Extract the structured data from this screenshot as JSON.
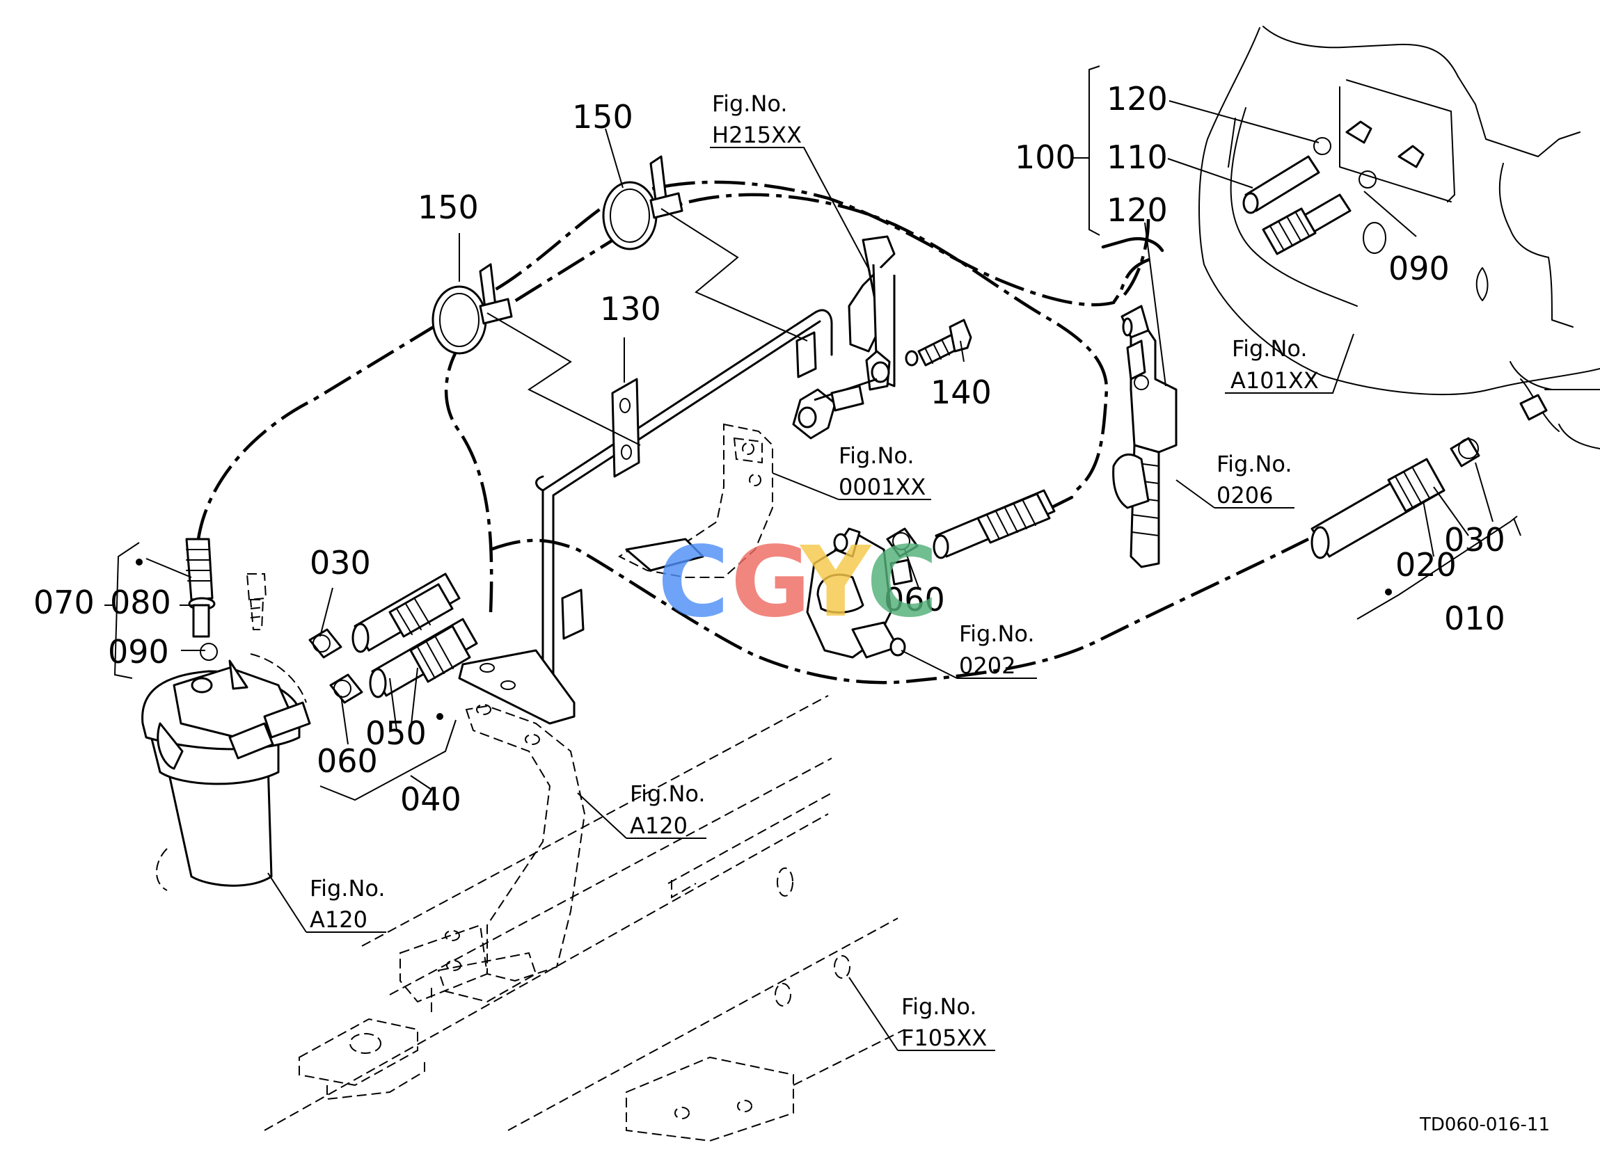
{
  "drawing_code": "TD060-016-11",
  "watermark": {
    "letters": [
      "C",
      "G",
      "Y",
      "C"
    ],
    "colors": [
      "#4f8ff7",
      "#ef6c63",
      "#f6c94a",
      "#53b07a"
    ]
  },
  "part_numbers": {
    "p010": "010",
    "p020": "020",
    "p030_left": "030",
    "p030_right": "030",
    "p040": "040",
    "p050": "050",
    "p060_left": "060",
    "p060_mid": "060",
    "p070": "070",
    "p080": "080",
    "p090_left": "090",
    "p090_right": "090",
    "p100": "100",
    "p110": "110",
    "p120_top": "120",
    "p120_mid": "120",
    "p130": "130",
    "p140": "140",
    "p150_left": "150",
    "p150_mid": "150"
  },
  "figure_refs": {
    "prefix": "Fig.No.",
    "h215": "H215XX",
    "a101": "A101XX",
    "r0001": "0001XX",
    "r0206": "0206",
    "r0202": "0202",
    "a120_mid": "A120",
    "a120_left": "A120",
    "f105": "F105XX"
  }
}
